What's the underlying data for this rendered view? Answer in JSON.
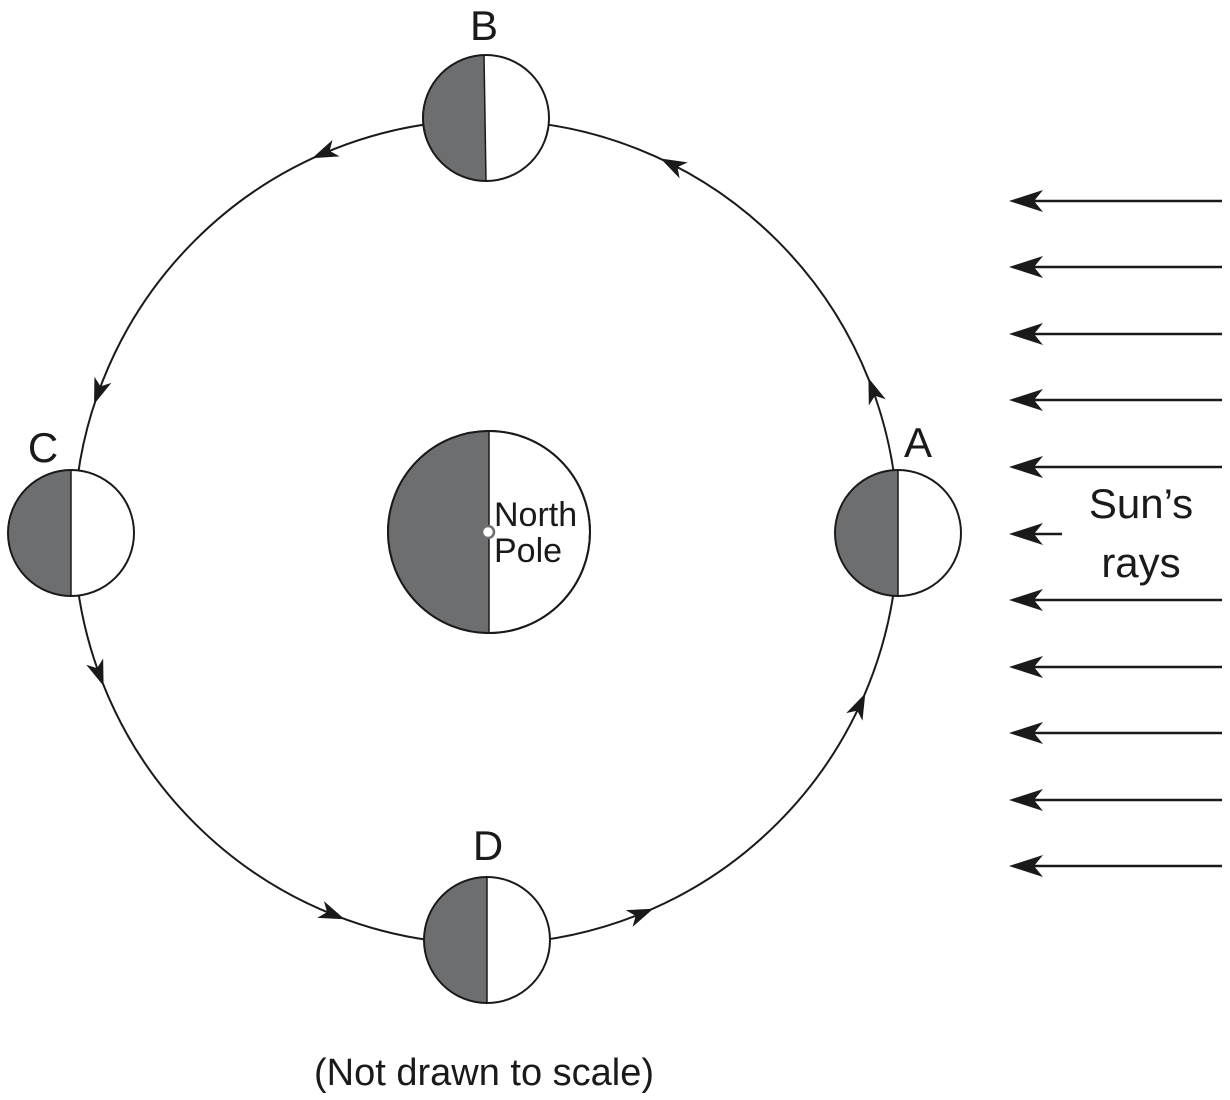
{
  "diagram": {
    "moon_labels": {
      "a": "A",
      "b": "B",
      "c": "C",
      "d": "D"
    },
    "earth": {
      "line1": "North",
      "line2": "Pole"
    },
    "sun": {
      "line1": "Sun’s",
      "line2": "rays"
    },
    "note": "(Not drawn to scale)"
  },
  "colors": {
    "shadow": "#6d6e70",
    "lit": "#ffffff",
    "line": "#1a1a1a"
  }
}
